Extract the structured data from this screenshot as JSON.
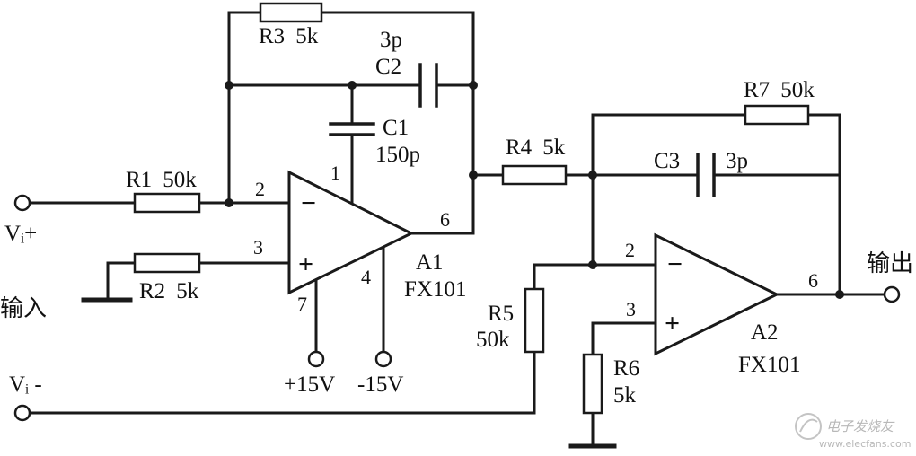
{
  "components": {
    "r1": {
      "name": "R1",
      "value": "50k"
    },
    "r2": {
      "name": "R2",
      "value": "5k"
    },
    "r3": {
      "name": "R3",
      "value": "5k"
    },
    "r4": {
      "name": "R4",
      "value": "5k"
    },
    "r5": {
      "name": "R5",
      "value": "50k"
    },
    "r6": {
      "name": "R6",
      "value": "5k"
    },
    "r7": {
      "name": "R7",
      "value": "50k"
    },
    "c1": {
      "name": "C1",
      "value": "150p"
    },
    "c2": {
      "name": "C2",
      "value": "3p"
    },
    "c3": {
      "name": "C3",
      "value": "3p"
    },
    "a1": {
      "name": "A1",
      "model": "FX101",
      "sign_minus": "−",
      "sign_plus": "+"
    },
    "a2": {
      "name": "A2",
      "model": "FX101",
      "sign_minus": "−",
      "sign_plus": "+"
    }
  },
  "pins": {
    "a1_in_minus": "2",
    "a1_in_plus": "3",
    "a1_out": "6",
    "a1_comp": "1",
    "a1_vneg": "4",
    "a1_vpos": "7",
    "a2_in_minus": "2",
    "a2_in_plus": "3",
    "a2_out": "6"
  },
  "terminals": {
    "vi_plus": "Vᵢ+",
    "vi_minus": "Vᵢ -",
    "input": "输入",
    "output": "输出",
    "supply_pos": "+15V",
    "supply_neg": "-15V"
  },
  "watermark": {
    "text": "电子发烧友",
    "url": "www.elecfans.com"
  }
}
